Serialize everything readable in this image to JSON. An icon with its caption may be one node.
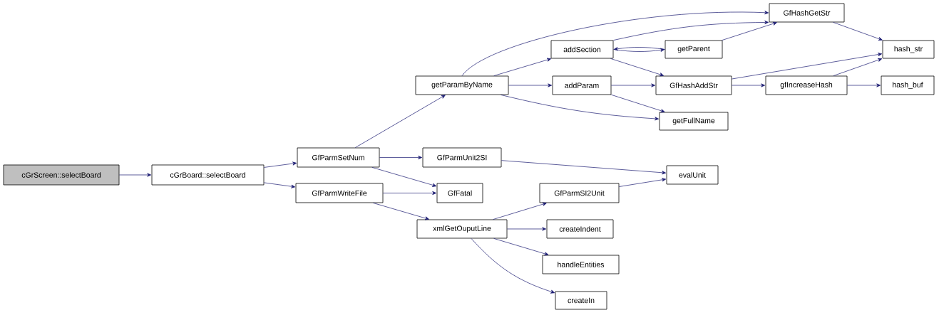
{
  "diagram": {
    "nodes": [
      {
        "text": [
          "cGrScreen::selectBoard"
        ]
      },
      {
        "text": [
          "cGrBoard::selectBoard"
        ]
      },
      {
        "text": [
          "GfParmSetNum"
        ]
      },
      {
        "text": [
          "getParamByName"
        ]
      },
      {
        "text": [
          "addSection"
        ]
      },
      {
        "text": [
          "addParam"
        ]
      },
      {
        "text": [
          "GfHashGetStr"
        ]
      },
      {
        "text": [
          "getParent"
        ]
      },
      {
        "text": [
          "GfHashAddStr"
        ]
      },
      {
        "text": [
          "getFullName"
        ]
      },
      {
        "text": [
          "hash_str"
        ]
      },
      {
        "text": [
          "gfIncreaseHash"
        ]
      },
      {
        "text": [
          "hash_buf"
        ]
      },
      {
        "text": [
          "GfParmUnit2SI"
        ]
      },
      {
        "text": [
          "GfFatal"
        ]
      },
      {
        "text": [
          "GfParmWriteFile"
        ]
      },
      {
        "text": [
          "evalUnit"
        ]
      },
      {
        "text": [
          "xmlGetOuputLine"
        ]
      },
      {
        "text": [
          "GfParmSI2Unit"
        ]
      },
      {
        "text": [
          "createIndent"
        ]
      },
      {
        "text": [
          "handleEntities"
        ]
      },
      {
        "text": [
          "createIn"
        ]
      }
    ],
    "edges": [
      {
        "from": 0,
        "to": 1,
        "arrow": "to"
      },
      {
        "from": 1,
        "to": 2,
        "arrow": "to"
      },
      {
        "from": 1,
        "to": 15,
        "arrow": "to"
      },
      {
        "from": 2,
        "to": 3,
        "arrow": "to"
      },
      {
        "from": 2,
        "to": 13,
        "arrow": "to"
      },
      {
        "from": 2,
        "to": 14,
        "arrow": "to"
      },
      {
        "from": 3,
        "to": 6,
        "arrow": "to"
      },
      {
        "from": 3,
        "to": 4,
        "arrow": "to"
      },
      {
        "from": 3,
        "to": 5,
        "arrow": "to"
      },
      {
        "from": 3,
        "to": 9,
        "arrow": "to"
      },
      {
        "from": 4,
        "to": 6,
        "arrow": "to"
      },
      {
        "from": 4,
        "to": 7,
        "arrow": "to"
      },
      {
        "from": 4,
        "to": 8,
        "arrow": "to"
      },
      {
        "from": 7,
        "to": 4,
        "arrow": "to"
      },
      {
        "from": 7,
        "to": 6,
        "arrow": "to"
      },
      {
        "from": 5,
        "to": 8,
        "arrow": "to"
      },
      {
        "from": 5,
        "to": 9,
        "arrow": "to"
      },
      {
        "from": 6,
        "to": 10,
        "arrow": "to"
      },
      {
        "from": 8,
        "to": 10,
        "arrow": "to"
      },
      {
        "from": 8,
        "to": 11,
        "arrow": "to"
      },
      {
        "from": 11,
        "to": 10,
        "arrow": "to"
      },
      {
        "from": 11,
        "to": 12,
        "arrow": "to"
      },
      {
        "from": 13,
        "to": 16,
        "arrow": "to"
      },
      {
        "from": 15,
        "to": 14,
        "arrow": "to"
      },
      {
        "from": 15,
        "to": 17,
        "arrow": "to"
      },
      {
        "from": 17,
        "to": 18,
        "arrow": "to"
      },
      {
        "from": 17,
        "to": 19,
        "arrow": "to"
      },
      {
        "from": 17,
        "to": 20,
        "arrow": "to"
      },
      {
        "from": 17,
        "to": 21,
        "arrow": "to"
      },
      {
        "from": 18,
        "to": 16,
        "arrow": "to"
      }
    ]
  }
}
